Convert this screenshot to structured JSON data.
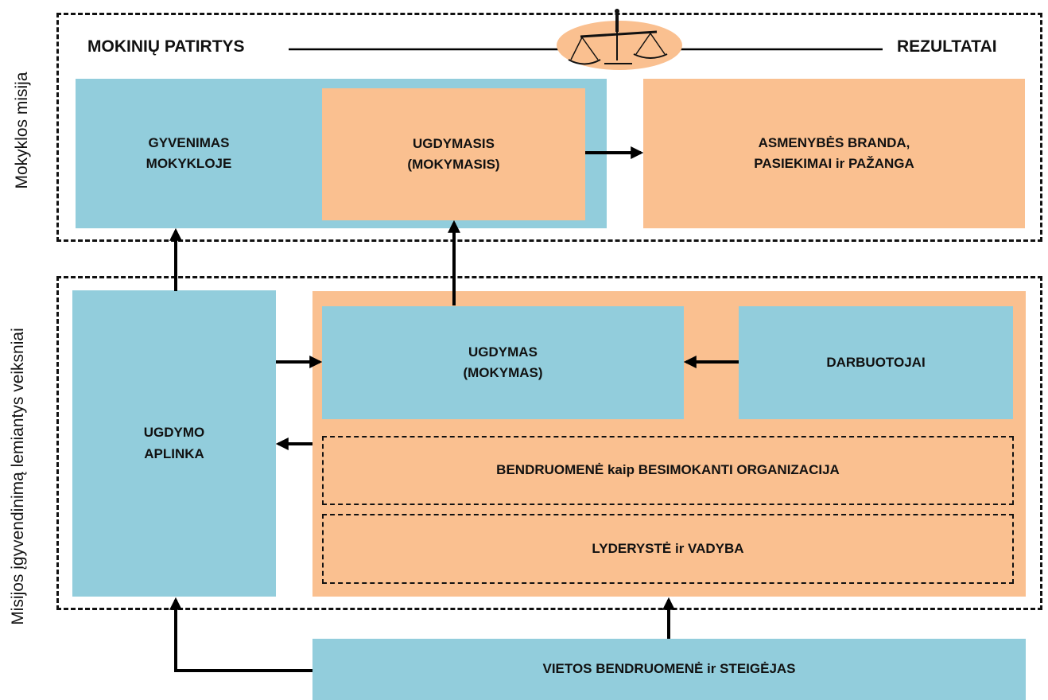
{
  "diagram": {
    "side_labels": {
      "mission": "Mokyklos misija",
      "factors": "Misijos įgyvendinimą lemiantys veiksniai"
    },
    "header": {
      "left": "MOKINIŲ PATIRTYS",
      "right": "REZULTATAI"
    },
    "boxes": {
      "school_life": "GYVENIMAS\nMOKYKLOJE",
      "learning": "UGDYMASIS\n(MOKYMASIS)",
      "maturity": "ASMENYBĖS BRANDA,\nPASIEKIMAI ir PAŽANGA",
      "environment": "UGDYMO\nAPLINKA",
      "teaching": "UGDYMAS\n(MOKYMAS)",
      "staff": "DARBUOTOJAI",
      "community_org": "BENDRUOMENĖ kaip BESIMOKANTI ORGANIZACIJA",
      "leadership": "LYDERYSTĖ  ir VADYBA",
      "local_community": "VIETOS BENDRUOMENĖ ir STEIGĖJAS"
    },
    "colors": {
      "blue": "#92CDDC",
      "orange": "#FAC090",
      "scale_bg": "#FAC090",
      "line": "#000000"
    },
    "icons": {
      "balance": "balance-scale-icon"
    }
  }
}
